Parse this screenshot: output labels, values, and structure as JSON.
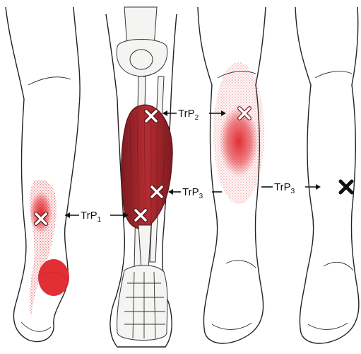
{
  "figure": {
    "labels": [
      {
        "id": "trp1",
        "base": "TrP",
        "sub": "1"
      },
      {
        "id": "trp2",
        "base": "TrP",
        "sub": "2"
      },
      {
        "id": "trp3a",
        "base": "TrP",
        "sub": "3"
      },
      {
        "id": "trp3b",
        "base": "TrP",
        "sub": "3"
      }
    ],
    "colors": {
      "referred_pain": "#e0242b",
      "muscle": "#a3262c",
      "outline": "#222222",
      "marker": "#ffffff",
      "solid_marker": "#111111"
    },
    "icons": [
      "x-marker-icon",
      "solid-x-marker-icon"
    ]
  }
}
